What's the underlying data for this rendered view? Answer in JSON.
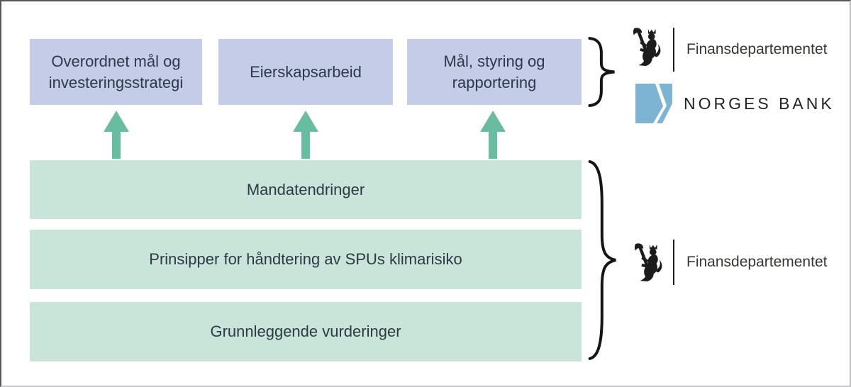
{
  "figure": {
    "top_row": {
      "boxes": [
        {
          "label": "Overordnet mål og investeringsstrategi"
        },
        {
          "label": "Eierskapsarbeid"
        },
        {
          "label": "Mål, styring og rapportering"
        }
      ]
    },
    "bottom_stack": {
      "boxes": [
        {
          "label": "Mandatendringer"
        },
        {
          "label": "Prinsipper for håndtering av SPUs klimarisiko"
        },
        {
          "label": "Grunnleggende vurderinger"
        }
      ]
    },
    "actors": {
      "top_group": [
        {
          "name": "Finansdepartementet",
          "icon": "norway-coat-of-arms-lion-icon"
        },
        {
          "name": "NORGES BANK",
          "icon": "norges-bank-n-mark-icon"
        }
      ],
      "bottom_group": [
        {
          "name": "Finansdepartementet",
          "icon": "norway-coat-of-arms-lion-icon"
        }
      ]
    },
    "icons": {
      "arrow": "arrow-up",
      "brace": "curly-brace-right"
    },
    "colors": {
      "top_box_bg": "#c4cce8",
      "bottom_box_bg": "#c9e4d9",
      "arrow": "#68bda1",
      "norges_bank_blue": "#7db3d3",
      "box_text": "#2e3947",
      "logo_text": "#38362f"
    }
  }
}
